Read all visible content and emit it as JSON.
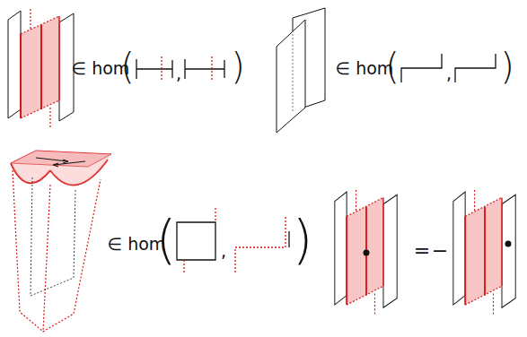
{
  "diagram": {
    "labels": [
      "∈ hom",
      "(",
      ",",
      ")",
      "∈ hom",
      "(",
      ",",
      ")",
      "∈ hom",
      "(",
      ",",
      ")",
      "=",
      "−"
    ]
  }
}
